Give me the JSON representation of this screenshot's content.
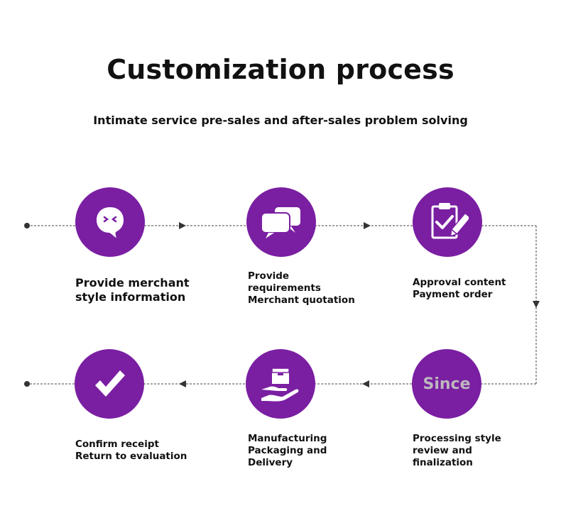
{
  "title": "Customization process",
  "subtitle": "Intimate service pre-sales and after-sales problem solving",
  "brand_color": "#7a1fa2",
  "steps": [
    {
      "icon": "chat-bubble-face-icon",
      "lines": [
        "Provide merchant",
        "style information"
      ]
    },
    {
      "icon": "speech-bubbles-icon",
      "lines": [
        "Provide",
        "requirements",
        "Merchant quotation"
      ]
    },
    {
      "icon": "clipboard-check-icon",
      "lines": [
        "Approval content",
        "Payment order"
      ]
    },
    {
      "icon_text": "Since",
      "lines": [
        "Processing style",
        "review and",
        "finalization"
      ]
    },
    {
      "icon": "box-in-hand-icon",
      "lines": [
        "Manufacturing",
        "Packaging and",
        "Delivery"
      ]
    },
    {
      "icon": "checkmark-icon",
      "lines": [
        "Confirm receipt",
        "Return to evaluation"
      ]
    }
  ]
}
